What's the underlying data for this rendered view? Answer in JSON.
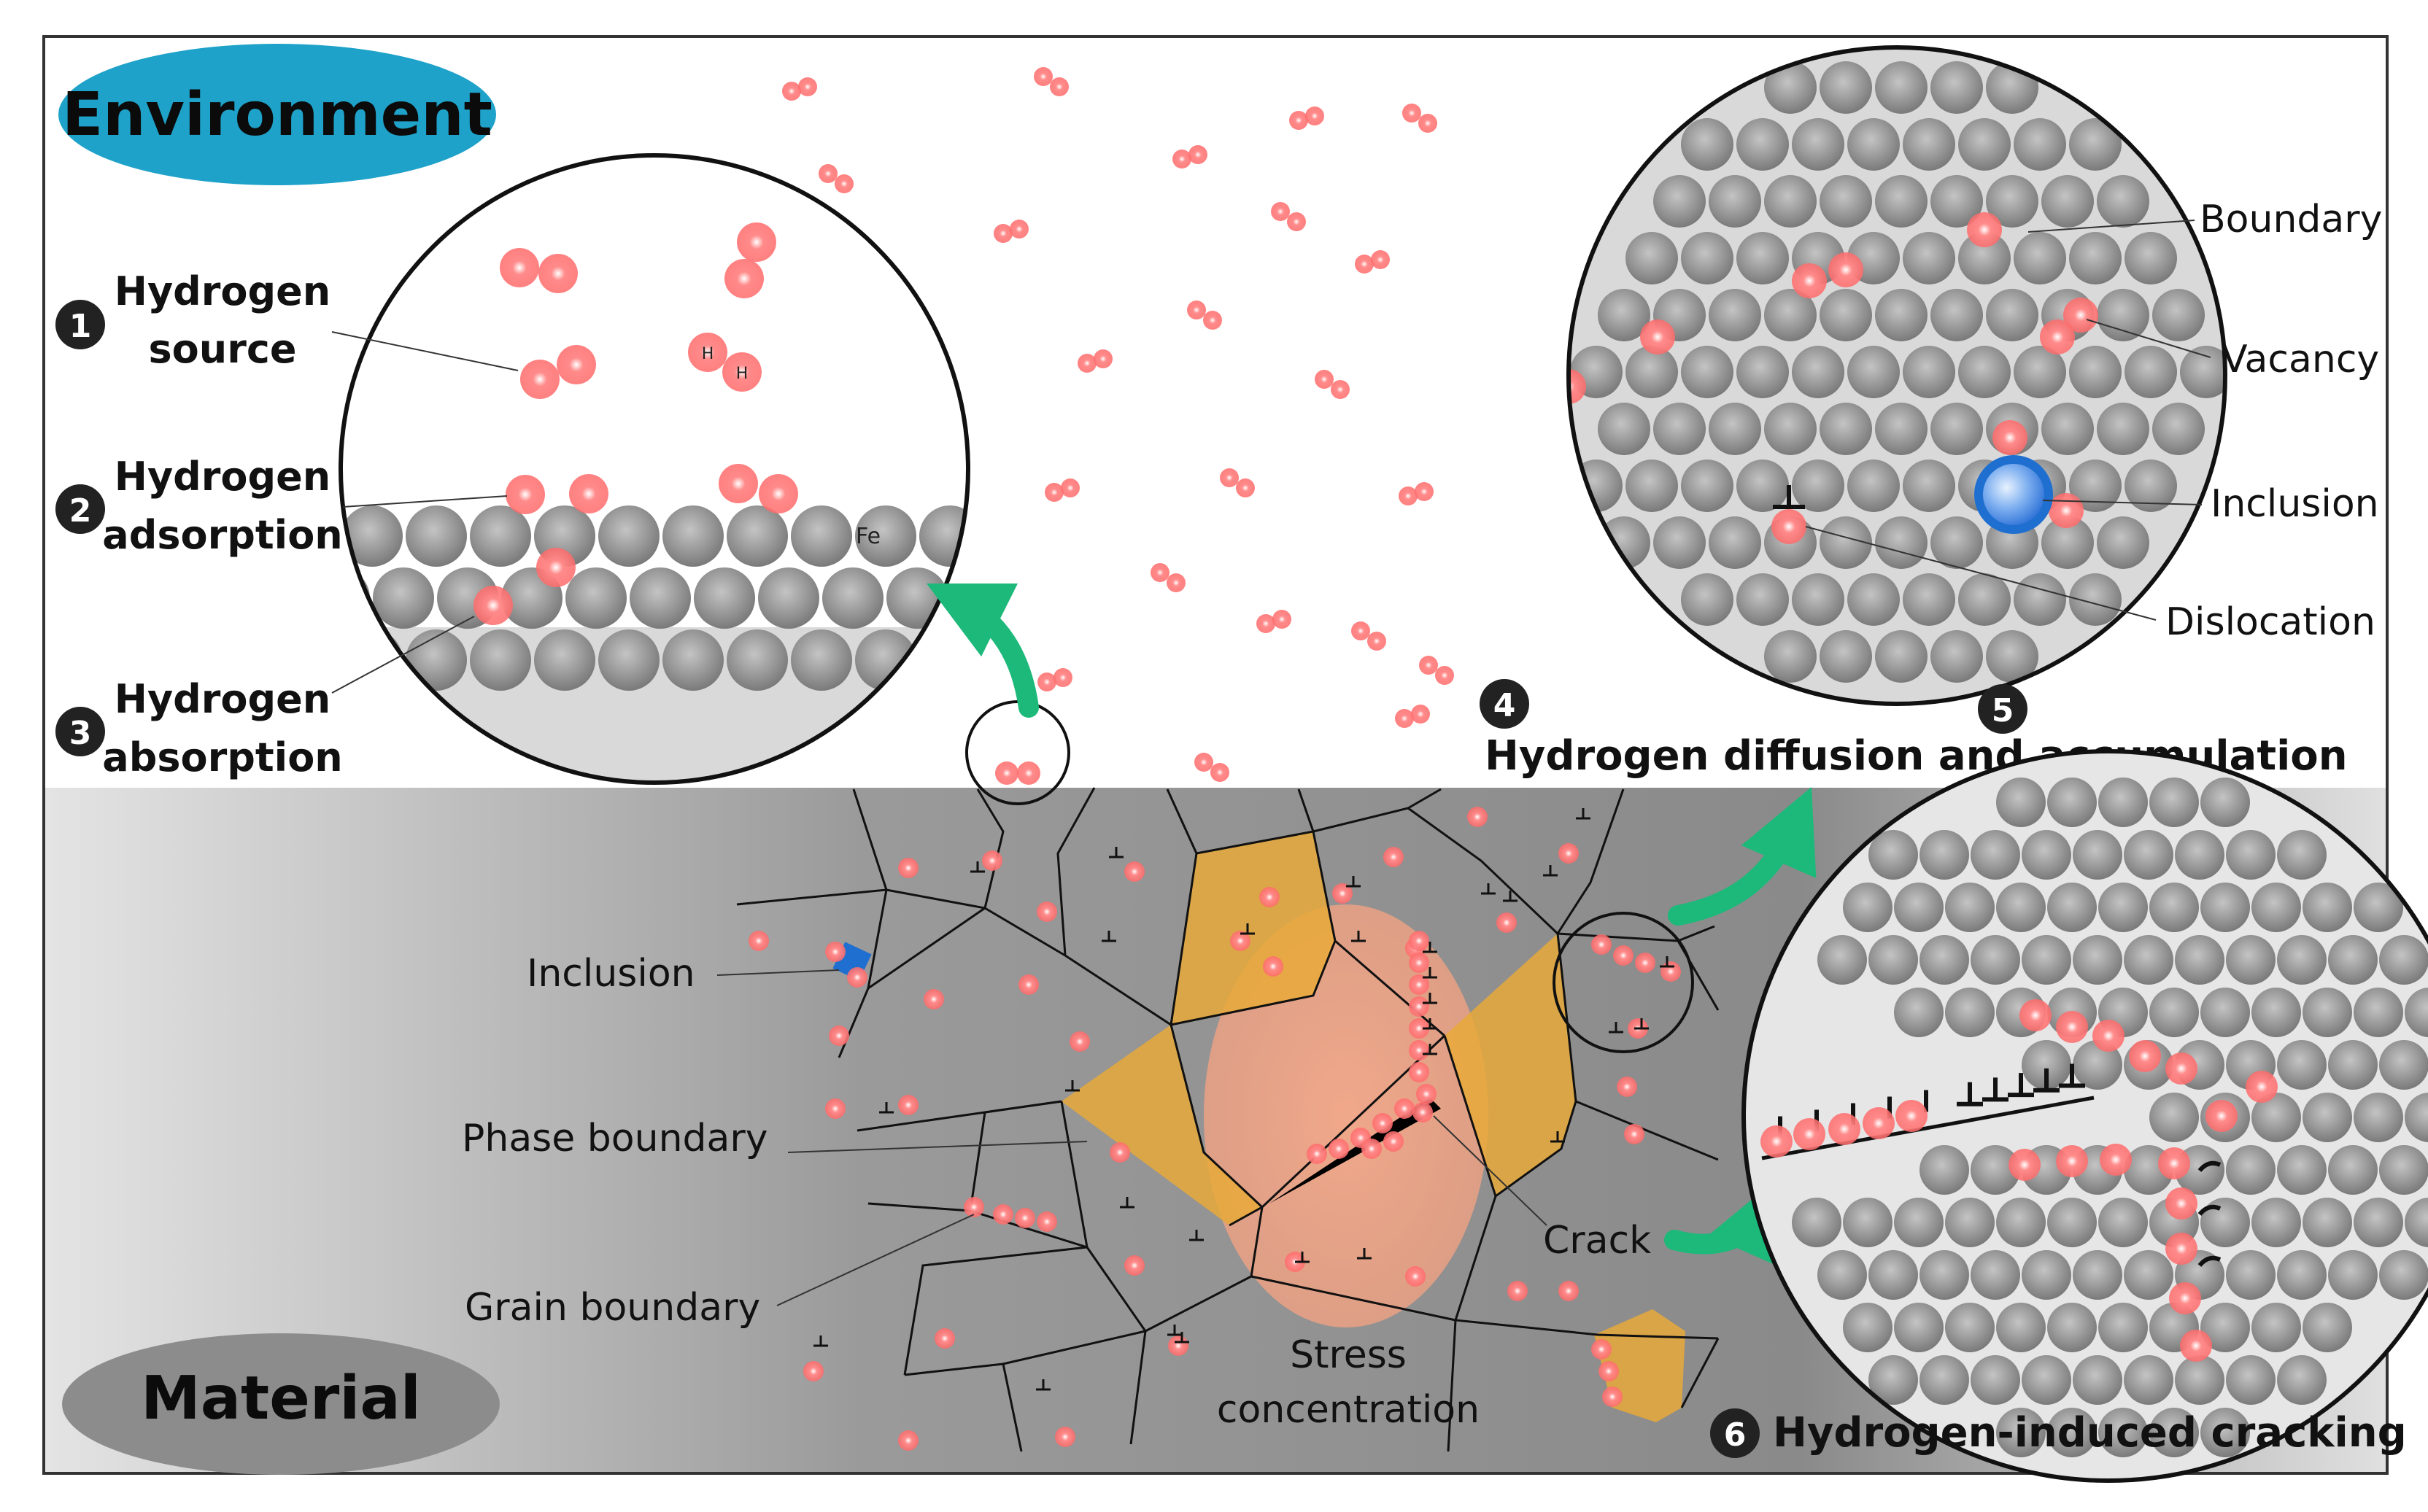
{
  "figure": {
    "environment_label": "Environment",
    "material_label": "Material",
    "steps": [
      {
        "number": "1",
        "line1": "Hydrogen",
        "line2": "source"
      },
      {
        "number": "2",
        "line1": "Hydrogen",
        "line2": "adsorption"
      },
      {
        "number": "3",
        "line1": "Hydrogen",
        "line2": "absorption"
      },
      {
        "number": "4",
        "line1": "",
        "line2": ""
      },
      {
        "number": "5",
        "line1": "",
        "line2": ""
      },
      {
        "number": "6",
        "line1": "Hydrogen-induced cracking",
        "line2": ""
      }
    ],
    "diffusion_title": "Hydrogen diffusion and accumulation",
    "inset_fe_label": "Fe",
    "inset_h_label": "H",
    "trap_labels": [
      "Boundary",
      "Vacancy",
      "Inclusion",
      "Dislocation"
    ],
    "material_labels": {
      "inclusion": "Inclusion",
      "phase_boundary": "Phase boundary",
      "grain_boundary": "Grain boundary",
      "crack": "Crack",
      "stress_line1": "Stress",
      "stress_line2": "concentration"
    },
    "colors": {
      "environment_oval": "#1fa2c9",
      "material_oval": "#8c8c8c",
      "hydrogen": "#ff6b6b",
      "arrow": "#1db97a",
      "phase": "#e8a93a",
      "inclusion": "#1f6fd0",
      "stress_zone": "#f4a07f"
    }
  }
}
